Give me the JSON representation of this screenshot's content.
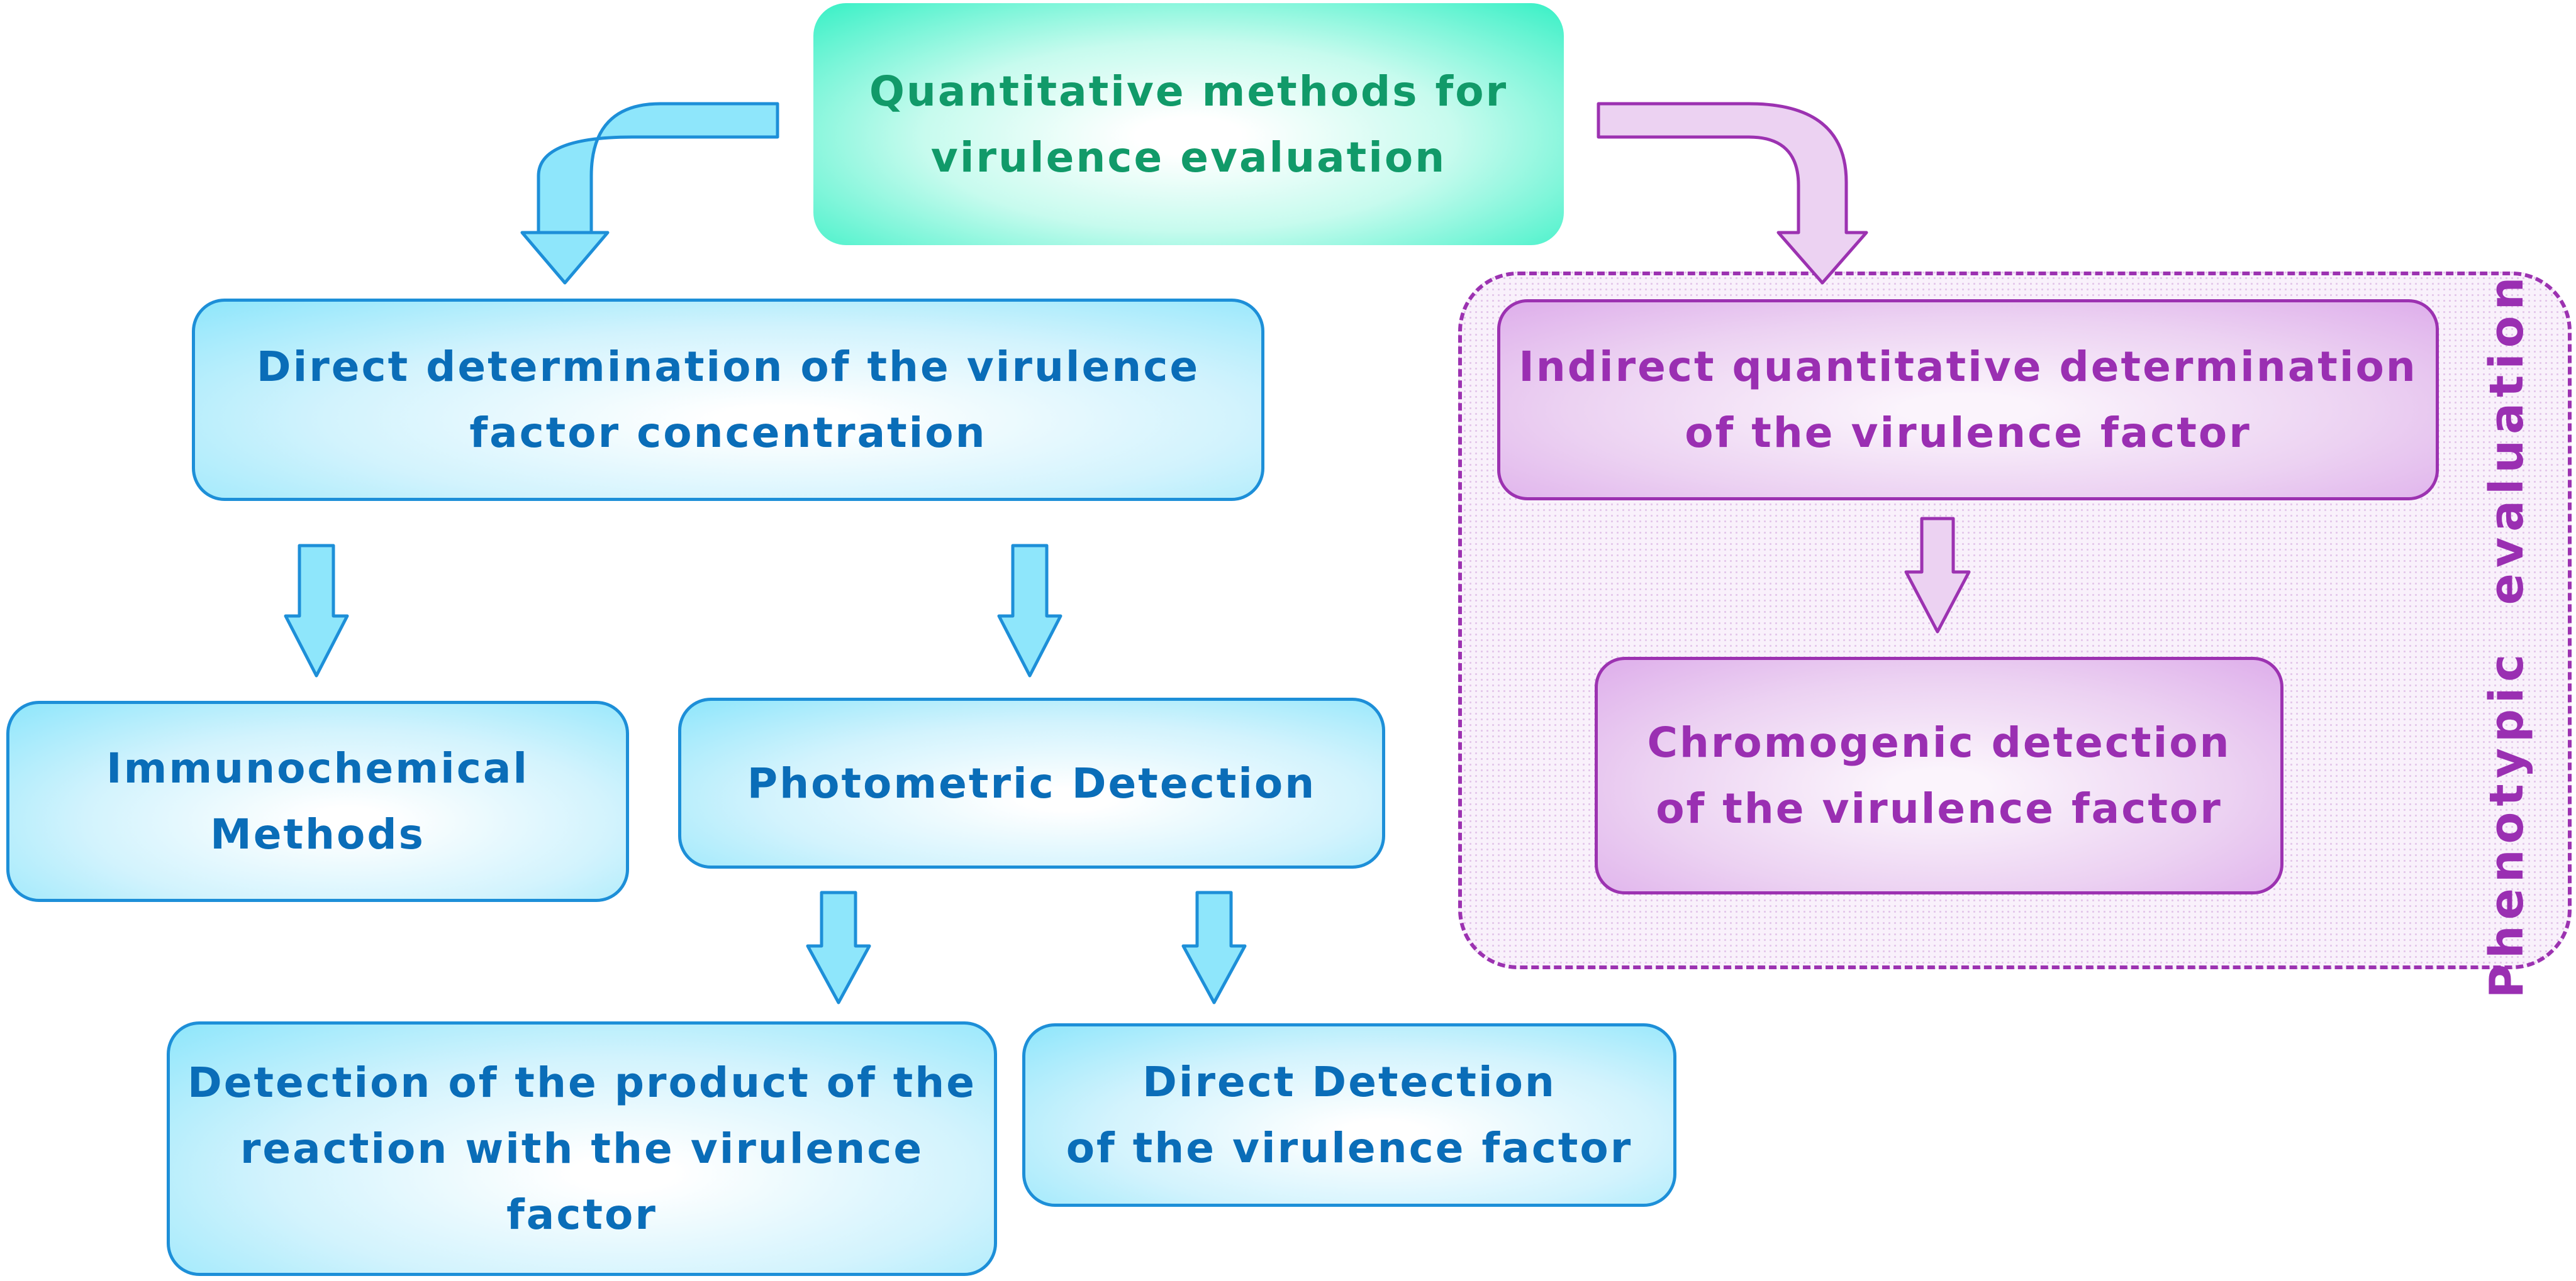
{
  "top_node": {
    "line1": "Quantitative methods for",
    "line2": "virulence evaluation"
  },
  "direct_node": {
    "line1": "Direct determination of the virulence",
    "line2": "factor concentration"
  },
  "immuno_node": {
    "line1": "Immunochemical",
    "line2": "Methods"
  },
  "photometric_node": {
    "line1": "Photometric Detection"
  },
  "product_node": {
    "line1": "Detection of the product of the",
    "line2": "reaction with the virulence",
    "line3": "factor"
  },
  "direct_detection_node": {
    "line1": "Direct Detection",
    "line2": "of the virulence factor"
  },
  "indirect_node": {
    "line1": "Indirect quantitative determination",
    "line2": "of the virulence factor"
  },
  "chromogenic_node": {
    "line1": "Chromogenic detection",
    "line2": "of the virulence factor"
  },
  "phenotypic_group": {
    "label": "Phenotypic  evaluation"
  },
  "colors": {
    "blue_border": "#1d8fd8",
    "blue_text": "#0a6db8",
    "teal_text": "#119a69",
    "purple_border": "#9c32b1",
    "purple_text": "#9a2fb2"
  }
}
